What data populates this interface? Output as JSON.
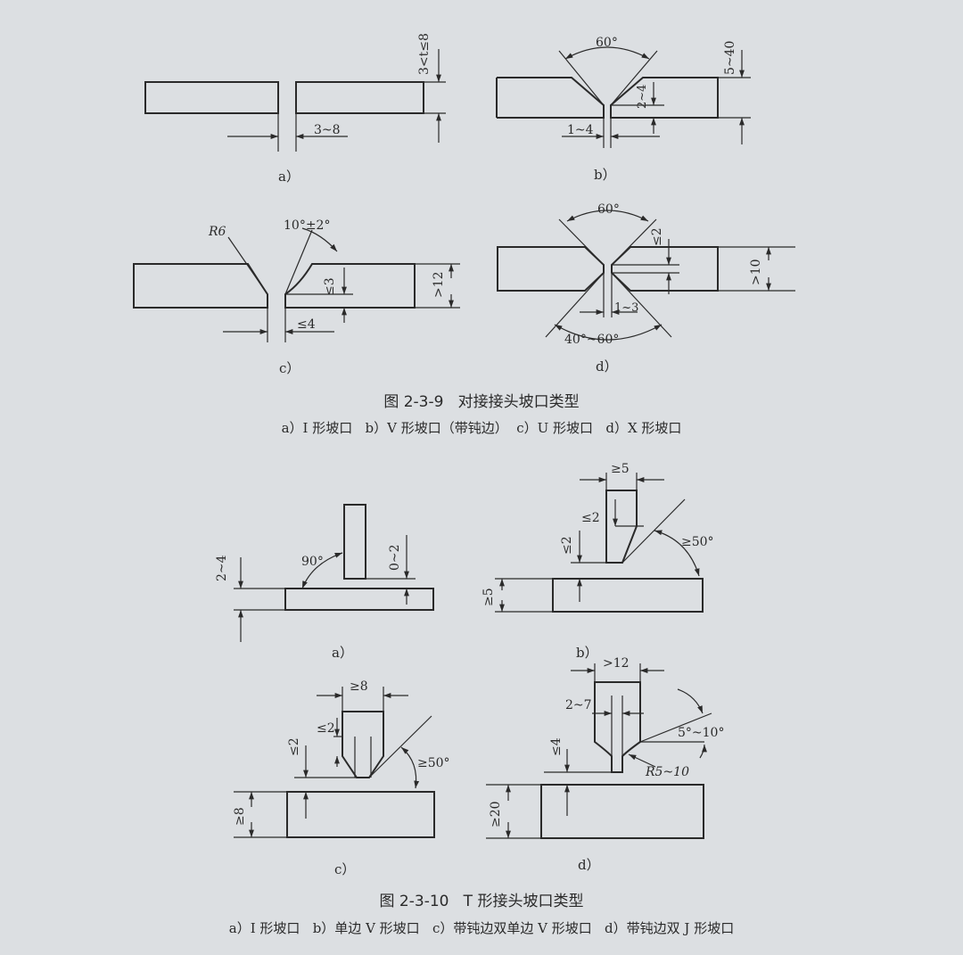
{
  "figure9": {
    "title": "图 2-3-9   对接接头坡口类型",
    "subcaption": "a）I 形坡口   b）V 形坡口（带钝边）  c）U 形坡口   d）X 形坡口",
    "panels": {
      "a": {
        "label": "a）",
        "dim_gap": "3~8",
        "dim_thickness": "3<t≤8"
      },
      "b": {
        "label": "b）",
        "angle": "60°",
        "dim_thickness": "5~40",
        "dim_root_face": "2~4",
        "dim_gap": "1~4"
      },
      "c": {
        "label": "c）",
        "radius": "R6",
        "angle": "10°±2°",
        "dim_root_face": "≤3",
        "dim_gap": "≤4",
        "dim_thickness": ">12"
      },
      "d": {
        "label": "d）",
        "angle_top": "60°",
        "angle_bottom": "40°~60°",
        "dim_root_face": "≤2",
        "dim_gap": "1~3",
        "dim_thickness": ">10"
      }
    }
  },
  "figure10": {
    "title": "图 2-3-10   T 形接头坡口类型",
    "subcaption": "a）I 形坡口   b）单边 V 形坡口   c）带钝边双单边 V 形坡口   d）带钝边双 J 形坡口",
    "panels": {
      "a": {
        "label": "a）",
        "angle": "90°",
        "dim_gap": "0~2",
        "dim_thickness": "2~4"
      },
      "b": {
        "label": "b）",
        "dim_web": "≥5",
        "dim_root_face": "≤2",
        "dim_gap": "≤2",
        "angle": "≥50°",
        "dim_thickness": "≥5"
      },
      "c": {
        "label": "c）",
        "dim_web": "≥8",
        "dim_root_face": "≤2",
        "dim_gap": "≤2",
        "angle": "≥50°",
        "dim_thickness": "≥8"
      },
      "d": {
        "label": "d）",
        "dim_web": ">12",
        "dim_root_face": "2~7",
        "dim_gap": "≤4",
        "angle": "5°~10°",
        "radius": "R5~10",
        "dim_thickness": "≥20"
      }
    }
  },
  "colors": {
    "ink": "#2a2a2a",
    "paper": "#dcdfe2"
  }
}
